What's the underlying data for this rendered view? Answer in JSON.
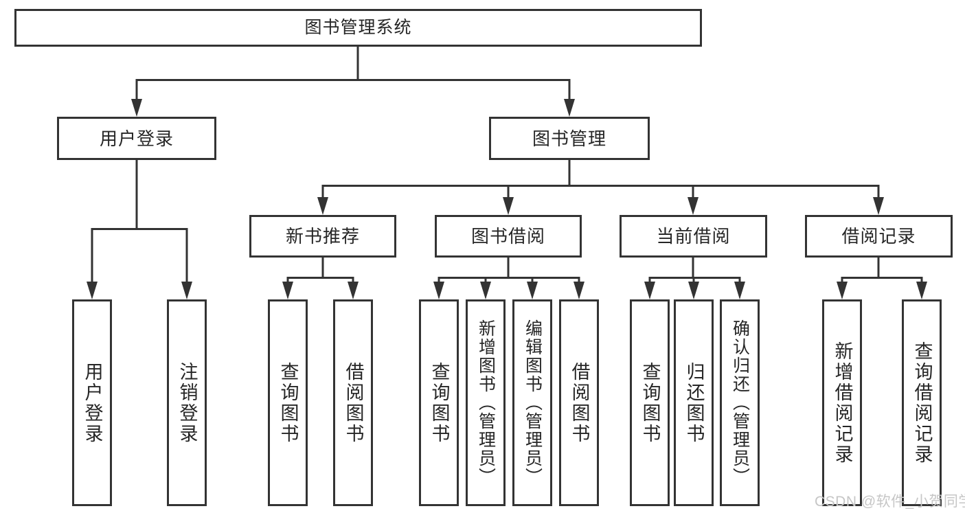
{
  "colors": {
    "box_border": "#333333",
    "connector": "#333333",
    "text": "#262626",
    "watermark": "#c6c6c6",
    "background": "#ffffff"
  },
  "watermark": {
    "text": "CSDN @软件_小贺同学"
  },
  "tree": {
    "root": {
      "label": "图书管理系统"
    },
    "level2": [
      {
        "id": "user-login",
        "label": "用户登录"
      },
      {
        "id": "book-management",
        "label": "图书管理"
      }
    ],
    "level3": [
      {
        "id": "new-book-recommend",
        "parent": "图书管理",
        "label": "新书推荐"
      },
      {
        "id": "book-borrowing",
        "parent": "图书管理",
        "label": "图书借阅"
      },
      {
        "id": "current-borrowing",
        "parent": "图书管理",
        "label": "当前借阅"
      },
      {
        "id": "borrowing-records",
        "parent": "图书管理",
        "label": "借阅记录"
      }
    ],
    "leaves": [
      {
        "parent": "用户登录",
        "label": "用户登录"
      },
      {
        "parent": "用户登录",
        "label": "注销登录"
      },
      {
        "parent": "新书推荐",
        "label": "查询图书"
      },
      {
        "parent": "新书推荐",
        "label": "借阅图书"
      },
      {
        "parent": "图书借阅",
        "label": "查询图书"
      },
      {
        "parent": "图书借阅",
        "label": "新增图书（管理员）"
      },
      {
        "parent": "图书借阅",
        "label": "编辑图书（管理员）"
      },
      {
        "parent": "图书借阅",
        "label": "借阅图书"
      },
      {
        "parent": "当前借阅",
        "label": "查询图书"
      },
      {
        "parent": "当前借阅",
        "label": "归还图书"
      },
      {
        "parent": "当前借阅",
        "label": "确认归还（管理员）"
      },
      {
        "parent": "借阅记录",
        "label": "新增借阅记录"
      },
      {
        "parent": "借阅记录",
        "label": "查询借阅记录"
      }
    ]
  }
}
